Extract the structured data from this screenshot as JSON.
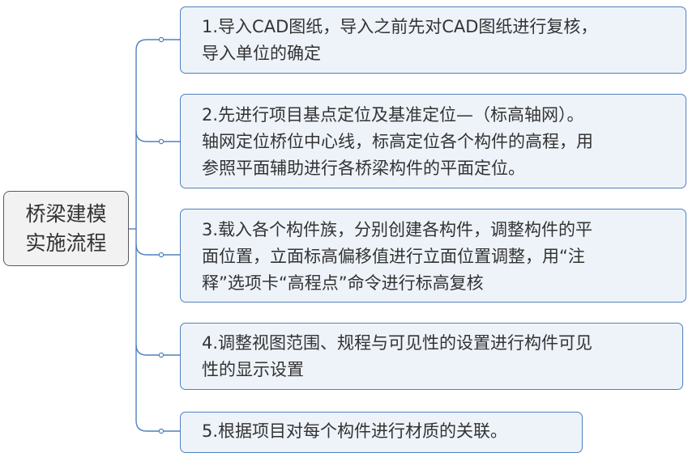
{
  "mindmap": {
    "root": {
      "label": "桥梁建模实施流程",
      "line1": "桥梁建模",
      "line2": "实施流程"
    },
    "branches": [
      {
        "label": "1.导入CAD图纸，导入之前先对CAD图纸进行复核，导入单位的确定",
        "lines": [
          "1.导入CAD图纸，导入之前先对CAD图纸进行复核，",
          "导入单位的确定"
        ]
      },
      {
        "label": "2.先进行项目基点定位及基准定位—（标高轴网）。轴网定位桥位中心线，标高定位各个构件的高程，用参照平面辅助进行各桥梁构件的平面定位。",
        "lines": [
          "2.先进行项目基点定位及基准定位—（标高轴网）。",
          "轴网定位桥位中心线，标高定位各个构件的高程，用",
          "参照平面辅助进行各桥梁构件的平面定位。"
        ]
      },
      {
        "label": "3.载入各个构件族，分别创建各构件，调整构件的平面位置，立面标高偏移值进行立面位置调整，用“注释”选项卡“高程点”命令进行标高复核",
        "lines": [
          "3.载入各个构件族，分别创建各构件，调整构件的平",
          "面位置，立面标高偏移值进行立面位置调整，用“注",
          "释”选项卡“高程点”命令进行标高复核"
        ]
      },
      {
        "label": "4.调整视图范围、规程与可见性的设置进行构件可见性的显示设置",
        "lines": [
          "4.调整视图范围、规程与可见性的设置进行构件可见",
          "性的显示设置"
        ]
      },
      {
        "label": "5.根据项目对每个构件进行材质的关联。",
        "lines": [
          "5.根据项目对每个构件进行材质的关联。"
        ]
      }
    ]
  },
  "colors": {
    "connector": "#4f81bd",
    "node_fill": "#eef3fa",
    "node_border": "#4f81bd",
    "root_fill": "#f2f2f2",
    "root_border": "#5a5a5a",
    "text": "#333333"
  }
}
